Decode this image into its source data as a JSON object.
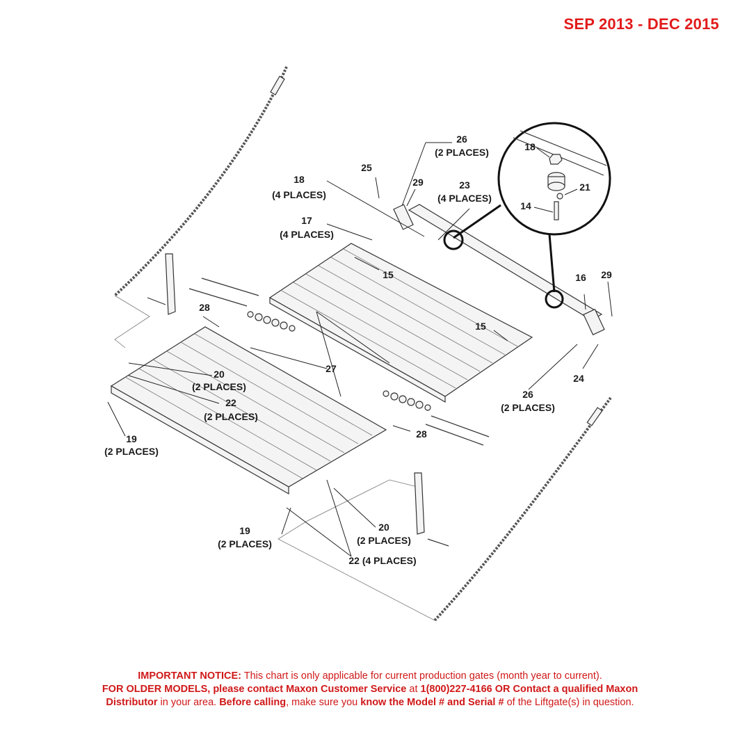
{
  "header": {
    "date_range": "SEP 2013 - DEC 2015"
  },
  "callouts": [
    {
      "id": "c26a",
      "num": "26",
      "places": "(2 PLACES)"
    },
    {
      "id": "c25",
      "num": "25",
      "places": ""
    },
    {
      "id": "c29a",
      "num": "29",
      "places": ""
    },
    {
      "id": "c23",
      "num": "23",
      "places": "(4 PLACES)"
    },
    {
      "id": "c18a",
      "num": "18",
      "places": "(4 PLACES)"
    },
    {
      "id": "c17",
      "num": "17",
      "places": "(4 PLACES)"
    },
    {
      "id": "c15a",
      "num": "15",
      "places": ""
    },
    {
      "id": "c15b",
      "num": "15",
      "places": ""
    },
    {
      "id": "c16",
      "num": "16",
      "places": ""
    },
    {
      "id": "c29b",
      "num": "29",
      "places": ""
    },
    {
      "id": "c24",
      "num": "24",
      "places": ""
    },
    {
      "id": "c26b",
      "num": "26",
      "places": "(2 PLACES)"
    },
    {
      "id": "c28a",
      "num": "28",
      "places": ""
    },
    {
      "id": "c28b",
      "num": "28",
      "places": ""
    },
    {
      "id": "c27",
      "num": "27",
      "places": ""
    },
    {
      "id": "c20a",
      "num": "20",
      "places": "(2 PLACES)"
    },
    {
      "id": "c22a",
      "num": "22",
      "places": "(2 PLACES)"
    },
    {
      "id": "c19a",
      "num": "19",
      "places": "(2 PLACES)"
    },
    {
      "id": "c19b",
      "num": "19",
      "places": "(2 PLACES)"
    },
    {
      "id": "c20b",
      "num": "20",
      "places": "(2 PLACES)"
    },
    {
      "id": "c22b",
      "num": "22 (4 PLACES)",
      "places": ""
    }
  ],
  "detail_callouts": [
    {
      "id": "d18",
      "num": "18"
    },
    {
      "id": "d21",
      "num": "21"
    },
    {
      "id": "d14",
      "num": "14"
    }
  ],
  "notice": {
    "line1_bold": "IMPORTANT NOTICE:",
    "line1_rest": " This chart is only applicable for current production gates (month year to current).",
    "line2_bold_a": "FOR OLDER MODELS, please contact Maxon Customer Service",
    "line2_mid": " at ",
    "line2_bold_b": "1(800)227-4166 OR Contact a qualified Maxon",
    "line3_bold_a": "Distributor",
    "line3_mid_a": " in your area. ",
    "line3_bold_b": "Before calling",
    "line3_mid_b": ", make sure you ",
    "line3_bold_c": "know the Model # and Serial #",
    "line3_rest": " of the Liftgate(s) in question."
  },
  "colors": {
    "accent": "#e21b1b",
    "line": "#333333"
  }
}
